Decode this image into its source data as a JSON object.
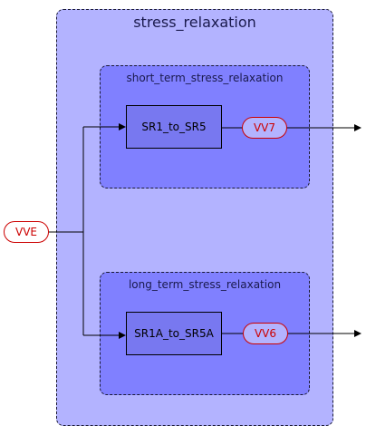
{
  "outer": {
    "title": "stress_relaxation"
  },
  "short_group": {
    "title": "short_term_stress_relaxation",
    "block": "SR1_to_SR5",
    "output": "VV7"
  },
  "long_group": {
    "title": "long_term_stress_relaxation",
    "block": "SR1A_to_SR5A",
    "output": "VV6"
  },
  "input": {
    "label": "VVE"
  },
  "colors": {
    "outer_fill": "#b3b3ff",
    "group_fill": "#8080ff",
    "signal_red": "#cc0000"
  }
}
